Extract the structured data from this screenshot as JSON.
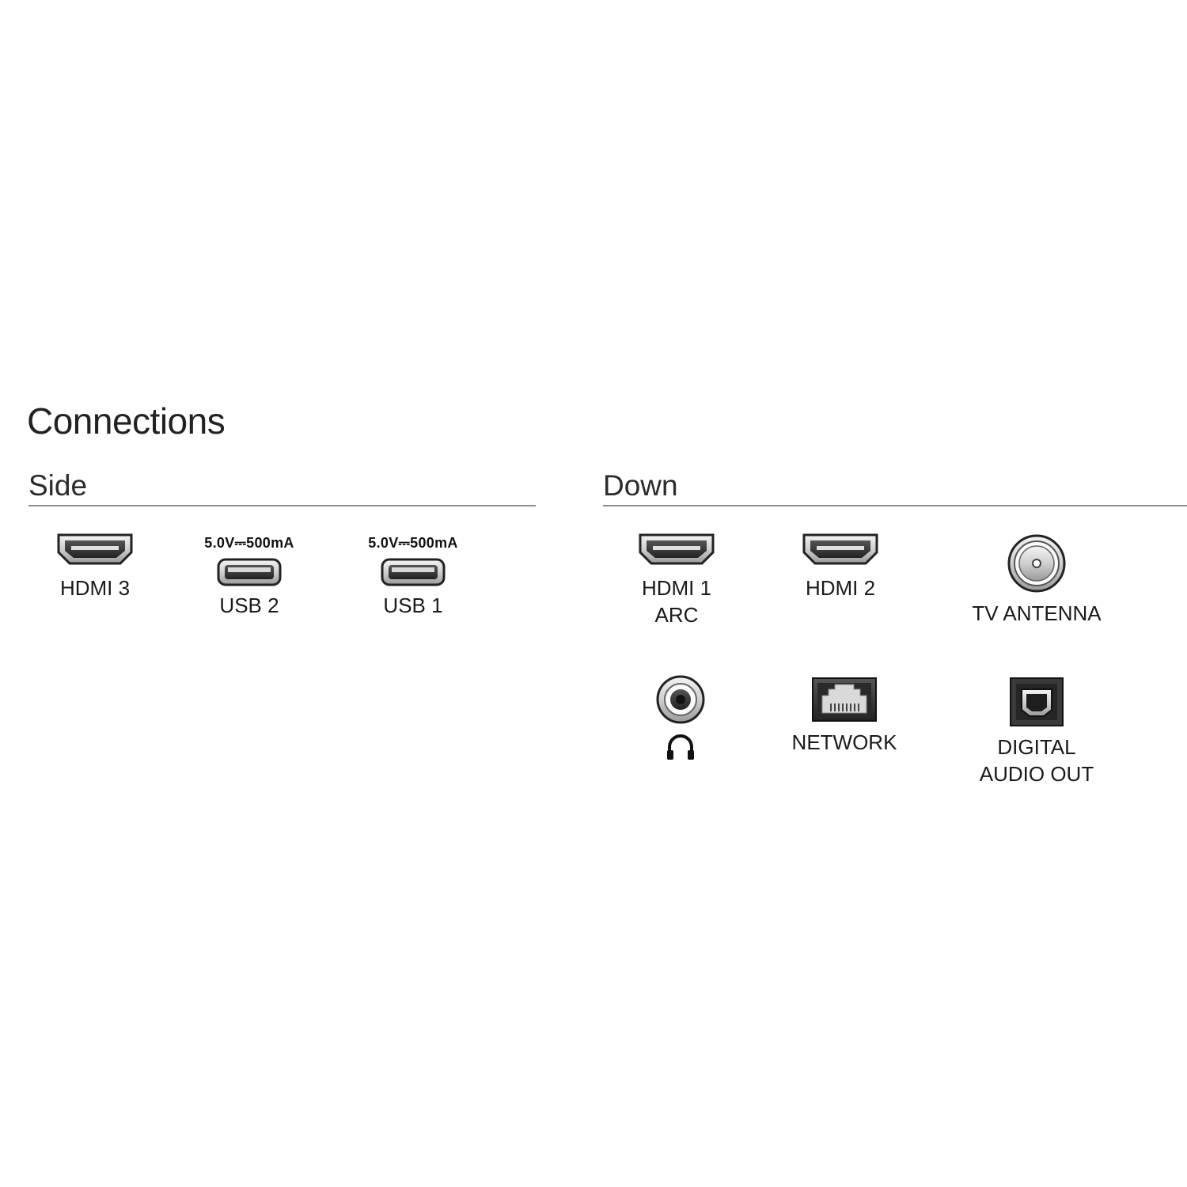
{
  "title": "Connections",
  "sections": {
    "side": {
      "heading": "Side",
      "ports": {
        "hdmi3": {
          "label": "HDMI 3",
          "icon": "hdmi-port-icon"
        },
        "usb2": {
          "label": "USB 2",
          "power": "5.0V⎓500mA",
          "icon": "usb-port-icon"
        },
        "usb1": {
          "label": "USB 1",
          "power": "5.0V⎓500mA",
          "icon": "usb-port-icon"
        }
      }
    },
    "down": {
      "heading": "Down",
      "ports": {
        "hdmi1": {
          "label": "HDMI 1\nARC",
          "icon": "hdmi-port-icon"
        },
        "hdmi2": {
          "label": "HDMI 2",
          "icon": "hdmi-port-icon"
        },
        "antenna": {
          "label": "TV ANTENNA",
          "icon": "coax-antenna-icon"
        },
        "headphone": {
          "icon": "headphone-jack-icon",
          "symbol": "headphone-icon"
        },
        "network": {
          "label": "NETWORK",
          "icon": "ethernet-port-icon"
        },
        "digital_audio": {
          "label": "DIGITAL\nAUDIO OUT",
          "icon": "optical-audio-icon"
        }
      }
    }
  },
  "colors": {
    "text": "#1a1a1a",
    "rule": "#8c8c8c",
    "port_dark": "#2a2a2a",
    "port_light": "#e8e8e8"
  }
}
